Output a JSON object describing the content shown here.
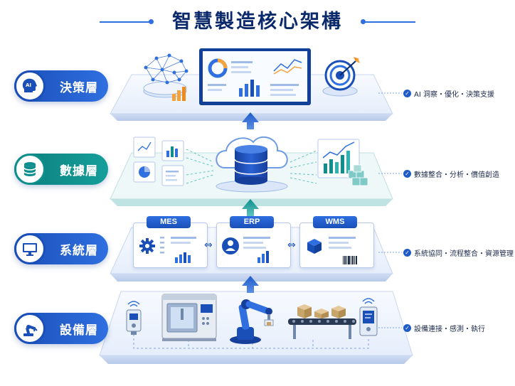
{
  "title": "智慧製造核心架構",
  "colors": {
    "navy": "#0b2a6b",
    "blue": "#1f5cc9",
    "teal": "#0e8e8c",
    "platform": "#e8f0fb"
  },
  "layers": [
    {
      "label": "決策層",
      "icon": "ai-head-icon",
      "description": "AI 洞察・優化・決策支援"
    },
    {
      "label": "數據層",
      "icon": "database-icon",
      "description": "數據整合・分析・價值創造"
    },
    {
      "label": "系統層",
      "icon": "monitor-icon",
      "description": "系統協同・流程整合・資源管理"
    },
    {
      "label": "設備層",
      "icon": "robot-arm-icon",
      "description": "設備連接・感測・執行"
    }
  ],
  "badges": {
    "ai": "AI"
  },
  "systems": [
    {
      "name": "MES",
      "icon": "gear-icon"
    },
    {
      "name": "ERP",
      "icon": "user-icon"
    },
    {
      "name": "WMS",
      "icon": "box-icon"
    }
  ],
  "arrows": {
    "sync": "⇔"
  }
}
